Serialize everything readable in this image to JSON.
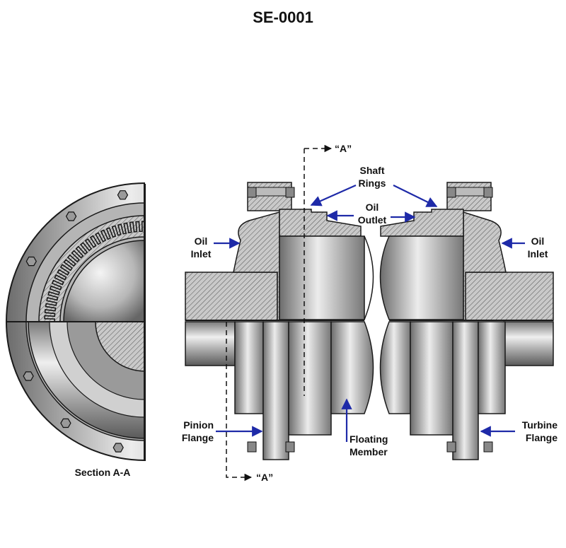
{
  "title": "SE-0001",
  "colors": {
    "arrow": "#1e2aa8",
    "steel_light": "#e4e4e4",
    "steel_mid": "#a9a9a9",
    "steel_dark": "#5c5c5c",
    "outline": "#1a1a1a"
  },
  "labels": {
    "section_a_top": "“A”",
    "section_a_bottom": "“A”",
    "shaft_rings": [
      "Shaft",
      "Rings"
    ],
    "oil_outlet": [
      "Oil",
      "Outlet"
    ],
    "oil_inlet_left": [
      "Oil",
      "Inlet"
    ],
    "oil_inlet_right": [
      "Oil",
      "Inlet"
    ],
    "pinion_flange": [
      "Pinion",
      "Flange"
    ],
    "floating_member": [
      "Floating",
      "Member"
    ],
    "turbine_flange": [
      "Turbine",
      "Flange"
    ],
    "section_caption": "Section A-A"
  }
}
